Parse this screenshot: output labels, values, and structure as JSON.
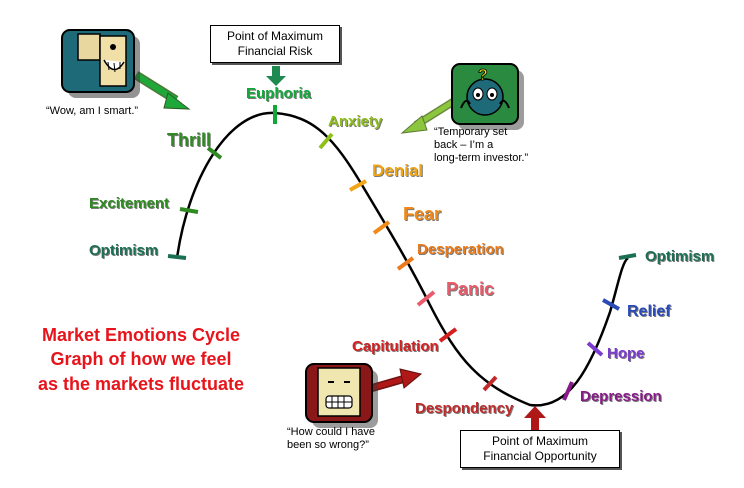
{
  "callouts": {
    "risk": {
      "line1": "Point of Maximum",
      "line2": "Financial Risk"
    },
    "opportunity": {
      "line1": "Point of Maximum",
      "line2": "Financial Opportunity"
    }
  },
  "quotes": {
    "smart": "“Wow, am I smart.”",
    "setback": {
      "line1": "“Temporary set",
      "line2": "back – I’m a",
      "line3": "long-term investor.”"
    },
    "wrong": {
      "line1": "“How could I have",
      "line2": "been so wrong?”"
    }
  },
  "title": {
    "line1": "Market Emotions Cycle",
    "line2": "Graph of how we feel",
    "line3": "as the markets fluctuate"
  },
  "stages": [
    {
      "label": "Optimism",
      "color": "#1b6f54"
    },
    {
      "label": "Excitement",
      "color": "#2f8a22"
    },
    {
      "label": "Thrill",
      "color": "#2f8a22"
    },
    {
      "label": "Euphoria",
      "color": "#11a83a"
    },
    {
      "label": "Anxiety",
      "color": "#8fbf1a"
    },
    {
      "label": "Denial",
      "color": "#f0a514"
    },
    {
      "label": "Fear",
      "color": "#f08a1a"
    },
    {
      "label": "Desperation",
      "color": "#ea7a1a"
    },
    {
      "label": "Panic",
      "color": "#ea5a6a"
    },
    {
      "label": "Capitulation",
      "color": "#d42020"
    },
    {
      "label": "Despondency",
      "color": "#c02a2a"
    },
    {
      "label": "Depression",
      "color": "#8a1a8a"
    },
    {
      "label": "Hope",
      "color": "#7b3ad0"
    },
    {
      "label": "Relief",
      "color": "#2a4ab8"
    },
    {
      "label": "Optimism",
      "color": "#1b6f54"
    }
  ],
  "colors": {
    "title": "#e8141b",
    "curve": "#000000",
    "arrow_smart": "#1fa83a",
    "arrow_setback": "#8cc63e",
    "arrow_wrong": "#b01818",
    "arrow_risk": "#1e8a50",
    "arrow_opportunity": "#b01818"
  },
  "icons": {
    "smart_face": "grinning-face-icon",
    "worried_face": "worried-face-icon",
    "shocked_face": "shocked-face-icon"
  }
}
